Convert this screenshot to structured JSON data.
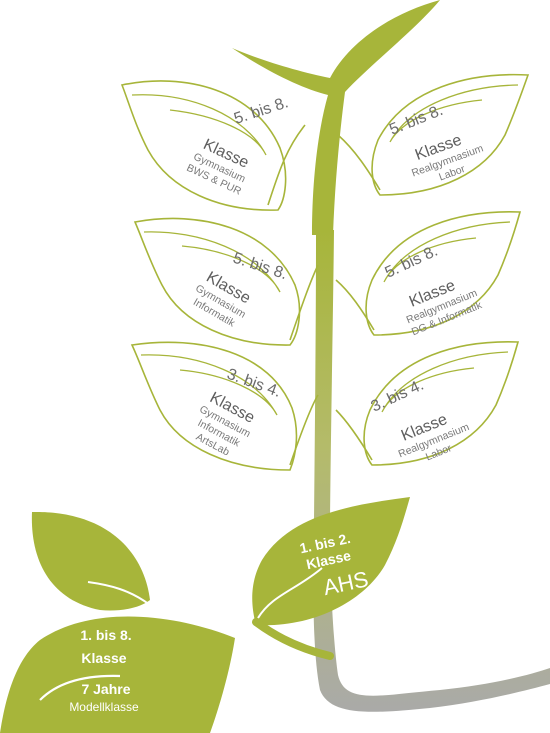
{
  "colors": {
    "leaf_green": "#a7b53a",
    "stem_top": "#a7b53a",
    "stem_bottom": "#a9a9a7",
    "outline": "#a7b53a",
    "text_gray": "#6b6b6b"
  },
  "leaves_left": [
    {
      "grade": "5. bis 8.",
      "klasse": "Klasse",
      "lines": [
        "Gymnasium",
        "BWS & PUR"
      ]
    },
    {
      "grade": "5. bis 8.",
      "klasse": "Klasse",
      "lines": [
        "Gymnasium",
        "Informatik"
      ]
    },
    {
      "grade": "3. bis 4.",
      "klasse": "Klasse",
      "lines": [
        "Gymnasium",
        "Informatik",
        "ArtsLab"
      ]
    }
  ],
  "leaves_right": [
    {
      "grade": "5. bis 8.",
      "klasse": "Klasse",
      "lines": [
        "Realgymnasium",
        "Labor"
      ]
    },
    {
      "grade": "5. bis 8.",
      "klasse": "Klasse",
      "lines": [
        "Realgymnasium",
        "DG & Informatik"
      ]
    },
    {
      "grade": "3. bis 4.",
      "klasse": "Klasse",
      "lines": [
        "Realgymnasium",
        "Labor"
      ]
    }
  ],
  "ahs_leaf": {
    "grade": "1. bis 2.",
    "klasse": "Klasse",
    "label": "AHS"
  },
  "model_leaf": {
    "grade": "1. bis 8.",
    "klasse": "Klasse",
    "years": "7 Jahre",
    "label": "Modellklasse"
  }
}
